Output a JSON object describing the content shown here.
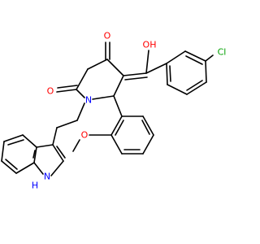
{
  "atom_labels": {
    "oxygen_top": "O",
    "oxygen_left": "O",
    "hydroxyl": "OH",
    "nitrogen_ring": "N",
    "chlorine": "Cl",
    "methoxy_oxygen": "O",
    "indole_nitrogen": "N",
    "indole_hydrogen": "H"
  },
  "colors": {
    "bond": "#000000",
    "oxygen": "#ff0000",
    "nitrogen": "#0000ff",
    "chlorine": "#00a000",
    "carbon_text": "#000000"
  }
}
